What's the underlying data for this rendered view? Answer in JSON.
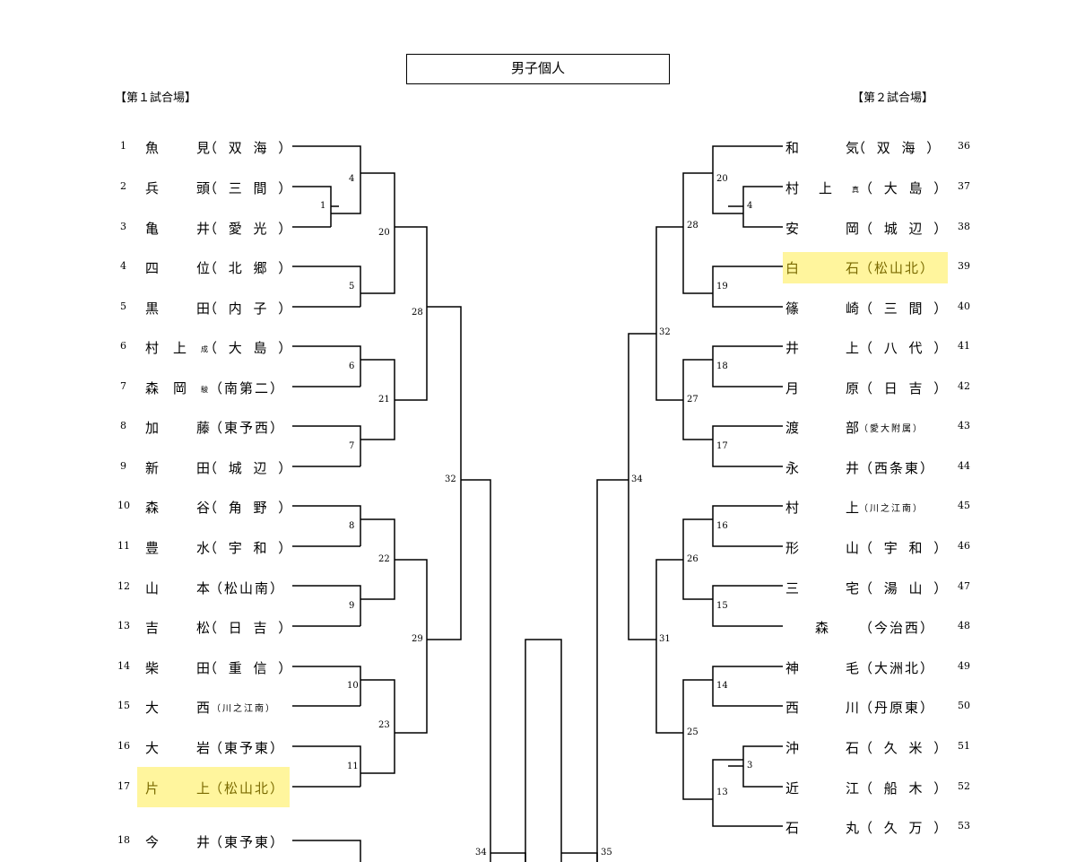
{
  "title": "男子個人",
  "venues": {
    "left": "【第１試合場】",
    "right": "【第２試合場】"
  },
  "left_players": [
    {
      "no": "1",
      "family": "魚",
      "given": "見",
      "mark": "",
      "school": "（ 双 海 ）"
    },
    {
      "no": "2",
      "family": "兵",
      "given": "頭",
      "mark": "",
      "school": "（ 三 間 ）"
    },
    {
      "no": "3",
      "family": "亀",
      "given": "井",
      "mark": "",
      "school": "（ 愛 光 ）"
    },
    {
      "no": "4",
      "family": "四",
      "given": "位",
      "mark": "",
      "school": "（ 北 郷 ）"
    },
    {
      "no": "5",
      "family": "黒",
      "given": "田",
      "mark": "",
      "school": "（ 内 子 ）"
    },
    {
      "no": "6",
      "family": "村",
      "given": "上",
      "mark": "成",
      "school": "（ 大 島 ）"
    },
    {
      "no": "7",
      "family": "森",
      "given": "岡",
      "mark": "駿",
      "school": "（南第二）"
    },
    {
      "no": "8",
      "family": "加",
      "given": "藤",
      "mark": "",
      "school": "（東予西）"
    },
    {
      "no": "9",
      "family": "新",
      "given": "田",
      "mark": "",
      "school": "（ 城 辺 ）"
    },
    {
      "no": "10",
      "family": "森",
      "given": "谷",
      "mark": "",
      "school": "（ 角 野 ）"
    },
    {
      "no": "11",
      "family": "豊",
      "given": "水",
      "mark": "",
      "school": "（ 宇 和 ）"
    },
    {
      "no": "12",
      "family": "山",
      "given": "本",
      "mark": "",
      "school": "（松山南）"
    },
    {
      "no": "13",
      "family": "吉",
      "given": "松",
      "mark": "",
      "school": "（ 日 吉 ）"
    },
    {
      "no": "14",
      "family": "柴",
      "given": "田",
      "mark": "",
      "school": "（ 重 信 ）"
    },
    {
      "no": "15",
      "family": "大",
      "given": "西",
      "mark": "",
      "school": "（川之江南）"
    },
    {
      "no": "16",
      "family": "大",
      "given": "岩",
      "mark": "",
      "school": "（東予東）"
    },
    {
      "no": "17",
      "family": "片",
      "given": "上",
      "mark": "",
      "school": "（松山北）"
    },
    {
      "no": "18",
      "family": "今",
      "given": "井",
      "mark": "",
      "school": "（東予東）"
    }
  ],
  "right_players": [
    {
      "no": "36",
      "family": "和",
      "given": "気",
      "mark": "",
      "school": "（ 双 海 ）"
    },
    {
      "no": "37",
      "family": "村",
      "given": "上",
      "mark": "真",
      "school": "（ 大 島 ）"
    },
    {
      "no": "38",
      "family": "安",
      "given": "岡",
      "mark": "",
      "school": "（ 城 辺 ）"
    },
    {
      "no": "39",
      "family": "白",
      "given": "石",
      "mark": "",
      "school": "（松山北）"
    },
    {
      "no": "40",
      "family": "篠",
      "given": "崎",
      "mark": "",
      "school": "（ 三 間 ）"
    },
    {
      "no": "41",
      "family": "井",
      "given": "上",
      "mark": "",
      "school": "（ 八 代 ）"
    },
    {
      "no": "42",
      "family": "月",
      "given": "原",
      "mark": "",
      "school": "（ 日 吉 ）"
    },
    {
      "no": "43",
      "family": "渡",
      "given": "部",
      "mark": "",
      "school": "（愛大附属）"
    },
    {
      "no": "44",
      "family": "永",
      "given": "井",
      "mark": "",
      "school": "（西条東）"
    },
    {
      "no": "45",
      "family": "村",
      "given": "上",
      "mark": "",
      "school": "（川之江南）"
    },
    {
      "no": "46",
      "family": "形",
      "given": "山",
      "mark": "",
      "school": "（ 宇 和 ）"
    },
    {
      "no": "47",
      "family": "三",
      "given": "宅",
      "mark": "",
      "school": "（ 湯 山 ）"
    },
    {
      "no": "48",
      "family": "",
      "given": "森",
      "mark": "",
      "school": "（今治西）"
    },
    {
      "no": "49",
      "family": "神",
      "given": "毛",
      "mark": "",
      "school": "（大洲北）"
    },
    {
      "no": "50",
      "family": "西",
      "given": "川",
      "mark": "",
      "school": "（丹原東）"
    },
    {
      "no": "51",
      "family": "沖",
      "given": "石",
      "mark": "",
      "school": "（ 久 米 ）"
    },
    {
      "no": "52",
      "family": "近",
      "given": "江",
      "mark": "",
      "school": "（ 船 木 ）"
    },
    {
      "no": "53",
      "family": "石",
      "given": "丸",
      "mark": "",
      "school": "（ 久 万 ）"
    }
  ],
  "left_matches": [
    "1",
    "4",
    "5",
    "20",
    "6",
    "7",
    "21",
    "28",
    "8",
    "9",
    "22",
    "10",
    "11",
    "23",
    "29",
    "32",
    "34"
  ],
  "right_matches": [
    "20",
    "4",
    "28",
    "19",
    "32",
    "18",
    "27",
    "17",
    "34",
    "16",
    "26",
    "15",
    "31",
    "14",
    "25",
    "3",
    "13",
    "35"
  ],
  "highlighted_schools": [
    "（松山北）"
  ],
  "highlight_color": "#fff59d"
}
